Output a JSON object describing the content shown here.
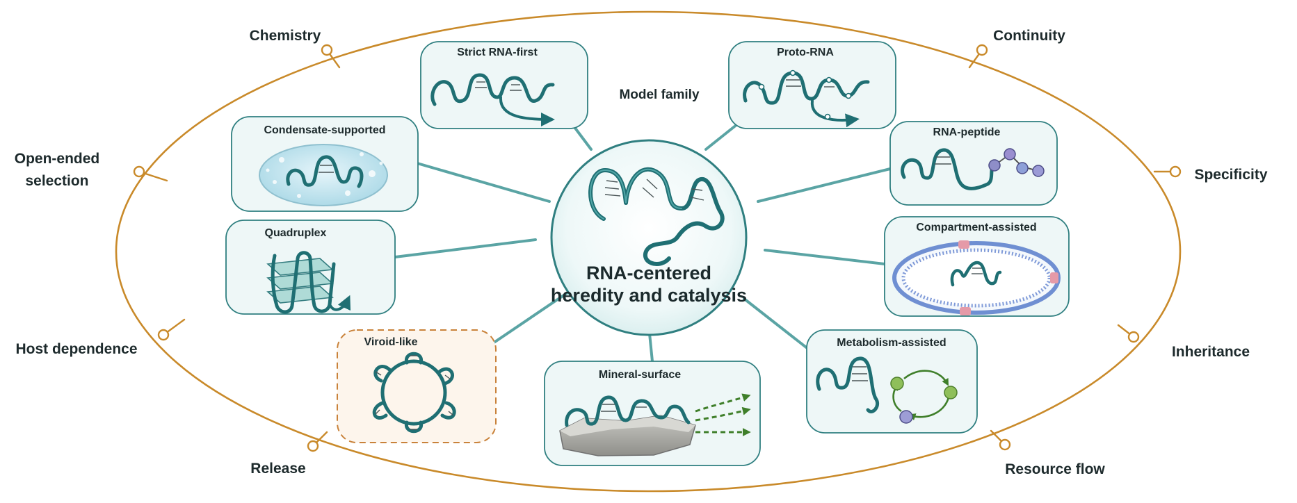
{
  "diagram": {
    "center": {
      "title_line1": "RNA-centered",
      "title_line2": "heredity and catalysis",
      "icon": "folded-rna-strand-icon"
    },
    "section_label": "Model family",
    "models": [
      {
        "id": "strict-rna-first",
        "label": "Strict RNA-first",
        "icon": "rna-strand-with-arrow-icon"
      },
      {
        "id": "proto-rna",
        "label": "Proto-RNA",
        "icon": "proto-rna-strand-icon"
      },
      {
        "id": "rna-peptide",
        "label": "RNA-peptide",
        "icon": "rna-with-peptide-beads-icon"
      },
      {
        "id": "compartment-assisted",
        "label": "Compartment-assisted",
        "icon": "vesicle-membrane-icon"
      },
      {
        "id": "metabolism-assisted",
        "label": "Metabolism-assisted",
        "icon": "metabolic-cycle-icon"
      },
      {
        "id": "mineral-surface",
        "label": "Mineral-surface",
        "icon": "mineral-rock-icon"
      },
      {
        "id": "viroid-like",
        "label": "Viroid-like",
        "icon": "circular-rna-icon"
      },
      {
        "id": "quadruplex",
        "label": "Quadruplex",
        "icon": "g-quadruplex-icon"
      },
      {
        "id": "condensate-supported",
        "label": "Condensate-supported",
        "icon": "condensate-droplet-icon"
      }
    ],
    "traits": [
      {
        "id": "chemistry",
        "label": "Chemistry"
      },
      {
        "id": "continuity",
        "label": "Continuity"
      },
      {
        "id": "specificity",
        "label": "Specificity"
      },
      {
        "id": "inheritance",
        "label": "Inheritance"
      },
      {
        "id": "resource-flow",
        "label": "Resource flow"
      },
      {
        "id": "release",
        "label": "Release"
      },
      {
        "id": "host-dependence",
        "label": "Host dependence"
      },
      {
        "id": "open-ended-selection",
        "label_line1": "Open-ended",
        "label_line2": "selection"
      }
    ],
    "colors": {
      "ring": "#c98a2a",
      "card_border": "#2f7f80",
      "card_fill": "#eef7f7",
      "strand": "#1f6f73",
      "spoke": "#5aa4a4",
      "dashed_card_border": "#c9823a",
      "dashed_card_fill": "#fdf5ec"
    }
  }
}
